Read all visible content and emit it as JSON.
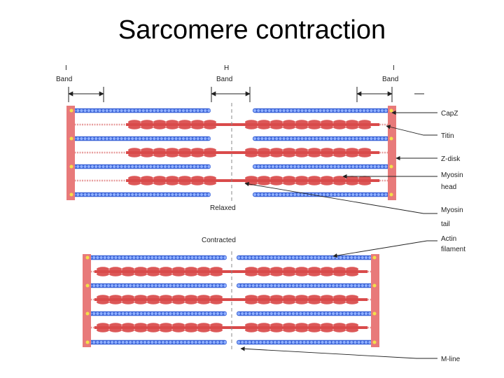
{
  "title": "Sarcomere contraction",
  "band_labels": {
    "i_left": [
      "I",
      "Band"
    ],
    "h": [
      "H",
      "Band"
    ],
    "i_right": [
      "I",
      "Band"
    ]
  },
  "state_labels": {
    "relaxed": "Relaxed",
    "contracted": "Contracted"
  },
  "callouts": [
    {
      "key": "capz",
      "lines": [
        "CapZ"
      ]
    },
    {
      "key": "titin",
      "lines": [
        "Titin"
      ]
    },
    {
      "key": "zdisk",
      "lines": [
        "Z-disk"
      ]
    },
    {
      "key": "myosin_head",
      "lines": [
        "Myosin",
        "head"
      ]
    },
    {
      "key": "myosin_tail",
      "lines": [
        "Myosin",
        "tail"
      ]
    },
    {
      "key": "actin",
      "lines": [
        "Actin",
        "filament"
      ]
    },
    {
      "key": "mline",
      "lines": [
        "M-line"
      ]
    }
  ],
  "colors": {
    "z_disk": "#e87a7a",
    "actin": "#3b63d6",
    "myosin": "#d94a4a",
    "titin": "#e8a0a0",
    "capz": "#f2e04a"
  }
}
